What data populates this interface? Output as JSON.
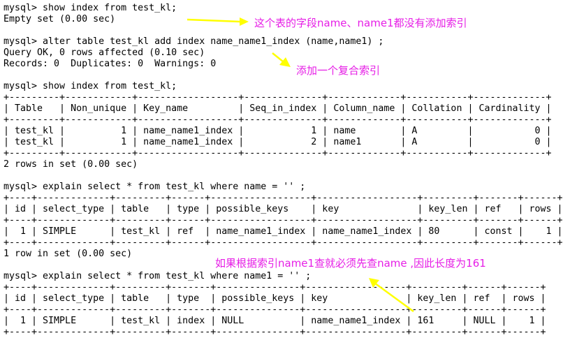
{
  "terminal": {
    "lines": [
      "mysql> show index from test_kl;",
      "Empty set (0.00 sec)",
      "",
      "mysql> alter table test_kl add index name_name1_index (name,name1) ;",
      "Query OK, 0 rows affected (0.10 sec)",
      "Records: 0  Duplicates: 0  Warnings: 0",
      "",
      "mysql> show index from test_kl;",
      "+---------+------------+------------------+--------------+-------------+-----------+-------------+",
      "| Table   | Non_unique | Key_name         | Seq_in_index | Column_name | Collation | Cardinality |",
      "+---------+------------+------------------+--------------+-------------+-----------+-------------+",
      "| test_kl |          1 | name_name1_index |            1 | name        | A         |           0 |",
      "| test_kl |          1 | name_name1_index |            2 | name1       | A         |           0 |",
      "+---------+------------+------------------+--------------+-------------+-----------+-------------+",
      "2 rows in set (0.00 sec)",
      "",
      "mysql> explain select * from test_kl where name = '' ;",
      "+----+-------------+---------+------+------------------+------------------+---------+-------+------+",
      "| id | select_type | table   | type | possible_keys    | key              | key_len | ref   | rows |",
      "+----+-------------+---------+------+------------------+------------------+---------+-------+------+",
      "|  1 | SIMPLE      | test_kl | ref  | name_name1_index | name_name1_index | 80      | const |    1 |",
      "+----+-------------+---------+------+------------------+------------------+---------+-------+------+",
      "1 row in set (0.00 sec)",
      "",
      "mysql> explain select * from test_kl where name1 = '' ;",
      "+----+-------------+---------+-------+---------------+------------------+---------+------+------+",
      "| id | select_type | table   | type  | possible_keys | key              | key_len | ref  | rows |",
      "+----+-------------+---------+-------+---------------+------------------+---------+------+------+",
      "|  1 | SIMPLE      | test_kl | index | NULL          | name_name1_index | 161     | NULL |    1 |",
      "+----+-------------+---------+-------+---------------+------------------+---------+------+------+"
    ]
  },
  "annotations": [
    {
      "text": "这个表的字段name、name1都没有添加索引"
    },
    {
      "text": "添加一个复合索引"
    },
    {
      "text": "如果根据索引name1查就必须先查name ,因此长度为161"
    }
  ],
  "colors": {
    "background": "#ffffff",
    "text": "#000000",
    "annotation": "#e61ee6",
    "arrow": "#ffff00"
  }
}
